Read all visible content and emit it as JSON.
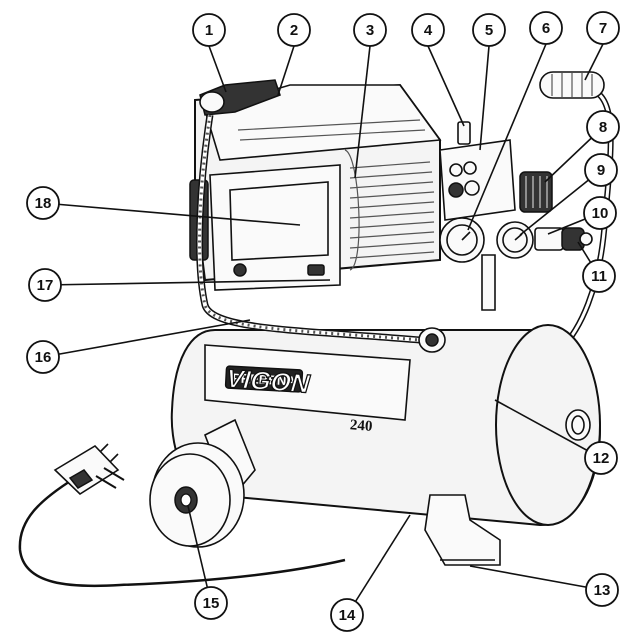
{
  "brand": {
    "badge": "PREBENA",
    "model": "VIGON",
    "model_number": "240"
  },
  "callouts": [
    "1",
    "2",
    "3",
    "4",
    "5",
    "6",
    "7",
    "8",
    "9",
    "10",
    "11",
    "12",
    "13",
    "14",
    "15",
    "16",
    "17",
    "18"
  ]
}
